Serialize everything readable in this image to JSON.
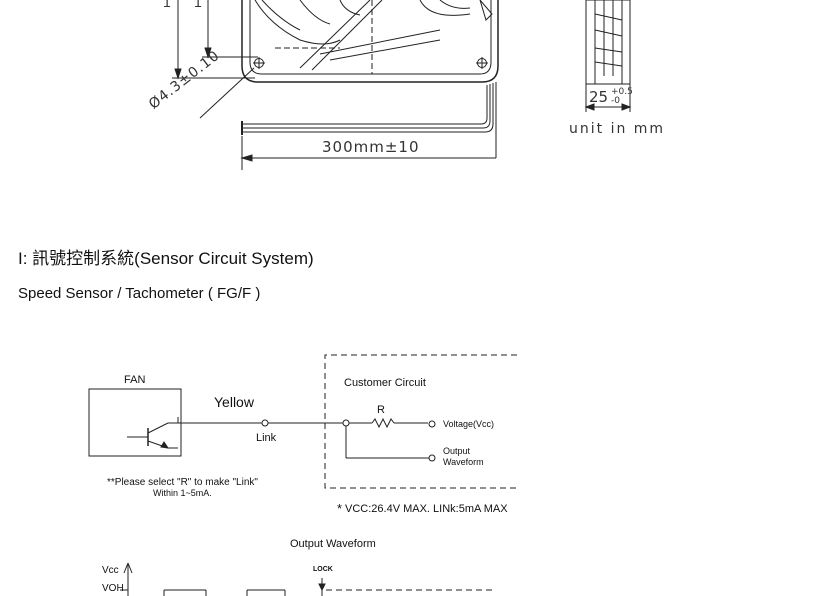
{
  "mechanical": {
    "dia_label": "Ø4.3±0.10",
    "cable_length": "300mm±10",
    "depth_main": "25",
    "depth_tol_upper": "+0.5",
    "depth_tol_lower": "-0",
    "unit_note": "unit in mm",
    "dim_digit_a": "1",
    "dim_digit_b": "1"
  },
  "section": {
    "heading": "I: 訊號控制系統(Sensor Circuit System)",
    "subheading": "Speed Sensor / Tachometer ( FG/F )"
  },
  "circuit": {
    "fan_label": "FAN",
    "wire_color": "Yellow",
    "link_label": "Link",
    "customer_label": "Customer Circuit",
    "resistor_label": "R",
    "voltage_label": "Voltage(Vcc)",
    "output_label_1": "Output",
    "output_label_2": "Waveform",
    "note_1": "**Please select \"R\" to make \"Link\"",
    "note_2": "Within 1~5mA.",
    "spec_star": "*",
    "spec_note": "VCC:26.4V MAX. LINk:5mA MAX"
  },
  "waveform": {
    "title": "Output Waveform",
    "vcc_label": "Vcc",
    "voh_label": "VOH",
    "lock_label": "LOCK"
  }
}
